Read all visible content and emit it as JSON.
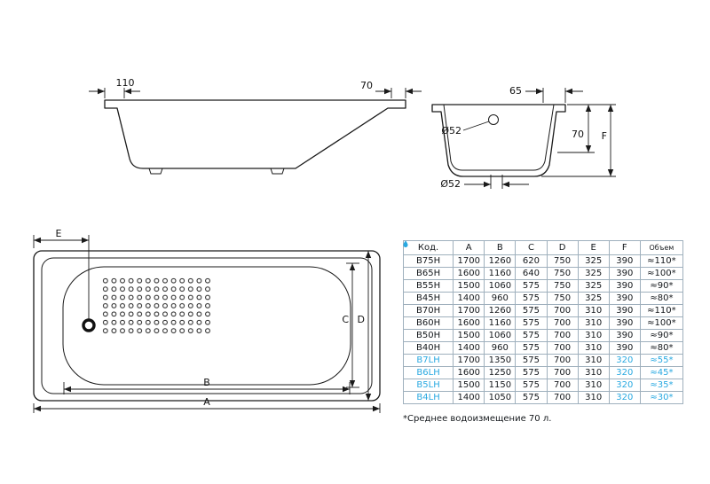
{
  "colors": {
    "accent_blue": "#29a9e1",
    "line": "#1a1a1a",
    "table_border": "#9fb0bd"
  },
  "side_view": {
    "dim_left": "110",
    "dim_right": "70"
  },
  "section_view": {
    "dim_lip": "65",
    "dim_depth": "70",
    "dim_height": "F",
    "overflow_diameter": "Ø52",
    "drain_diameter": "Ø52"
  },
  "top_view": {
    "dim_e": "E",
    "dim_c": "C",
    "dim_d": "D",
    "dim_b": "B",
    "dim_a": "A"
  },
  "table": {
    "headers": [
      "Код.",
      "A",
      "B",
      "C",
      "D",
      "E",
      "F",
      "Объем"
    ],
    "rows": [
      {
        "code": "B75H",
        "A": "1700",
        "B": "1260",
        "C": "620",
        "D": "750",
        "E": "325",
        "F": "390",
        "volume": "≈110*",
        "eco": false
      },
      {
        "code": "B65H",
        "A": "1600",
        "B": "1160",
        "C": "640",
        "D": "750",
        "E": "325",
        "F": "390",
        "volume": "≈100*",
        "eco": false
      },
      {
        "code": "B55H",
        "A": "1500",
        "B": "1060",
        "C": "575",
        "D": "750",
        "E": "325",
        "F": "390",
        "volume": "≈90*",
        "eco": false
      },
      {
        "code": "B45H",
        "A": "1400",
        "B": "960",
        "C": "575",
        "D": "750",
        "E": "325",
        "F": "390",
        "volume": "≈80*",
        "eco": false
      },
      {
        "code": "B70H",
        "A": "1700",
        "B": "1260",
        "C": "575",
        "D": "700",
        "E": "310",
        "F": "390",
        "volume": "≈110*",
        "eco": false
      },
      {
        "code": "B60H",
        "A": "1600",
        "B": "1160",
        "C": "575",
        "D": "700",
        "E": "310",
        "F": "390",
        "volume": "≈100*",
        "eco": false
      },
      {
        "code": "B50H",
        "A": "1500",
        "B": "1060",
        "C": "575",
        "D": "700",
        "E": "310",
        "F": "390",
        "volume": "≈90*",
        "eco": false
      },
      {
        "code": "B40H",
        "A": "1400",
        "B": "960",
        "C": "575",
        "D": "700",
        "E": "310",
        "F": "390",
        "volume": "≈80*",
        "eco": false
      },
      {
        "code": "B7LH",
        "A": "1700",
        "B": "1350",
        "C": "575",
        "D": "700",
        "E": "310",
        "F": "320",
        "volume": "≈55*",
        "eco": true
      },
      {
        "code": "B6LH",
        "A": "1600",
        "B": "1250",
        "C": "575",
        "D": "700",
        "E": "310",
        "F": "320",
        "volume": "≈45*",
        "eco": true
      },
      {
        "code": "B5LH",
        "A": "1500",
        "B": "1150",
        "C": "575",
        "D": "700",
        "E": "310",
        "F": "320",
        "volume": "≈35*",
        "eco": true
      },
      {
        "code": "B4LH",
        "A": "1400",
        "B": "1050",
        "C": "575",
        "D": "700",
        "E": "310",
        "F": "320",
        "volume": "≈30*",
        "eco": true
      }
    ]
  },
  "footnote": "*Среднее водоизмещение 70 л.",
  "icons": {
    "eco_row_icon": "water-drop-icon"
  }
}
